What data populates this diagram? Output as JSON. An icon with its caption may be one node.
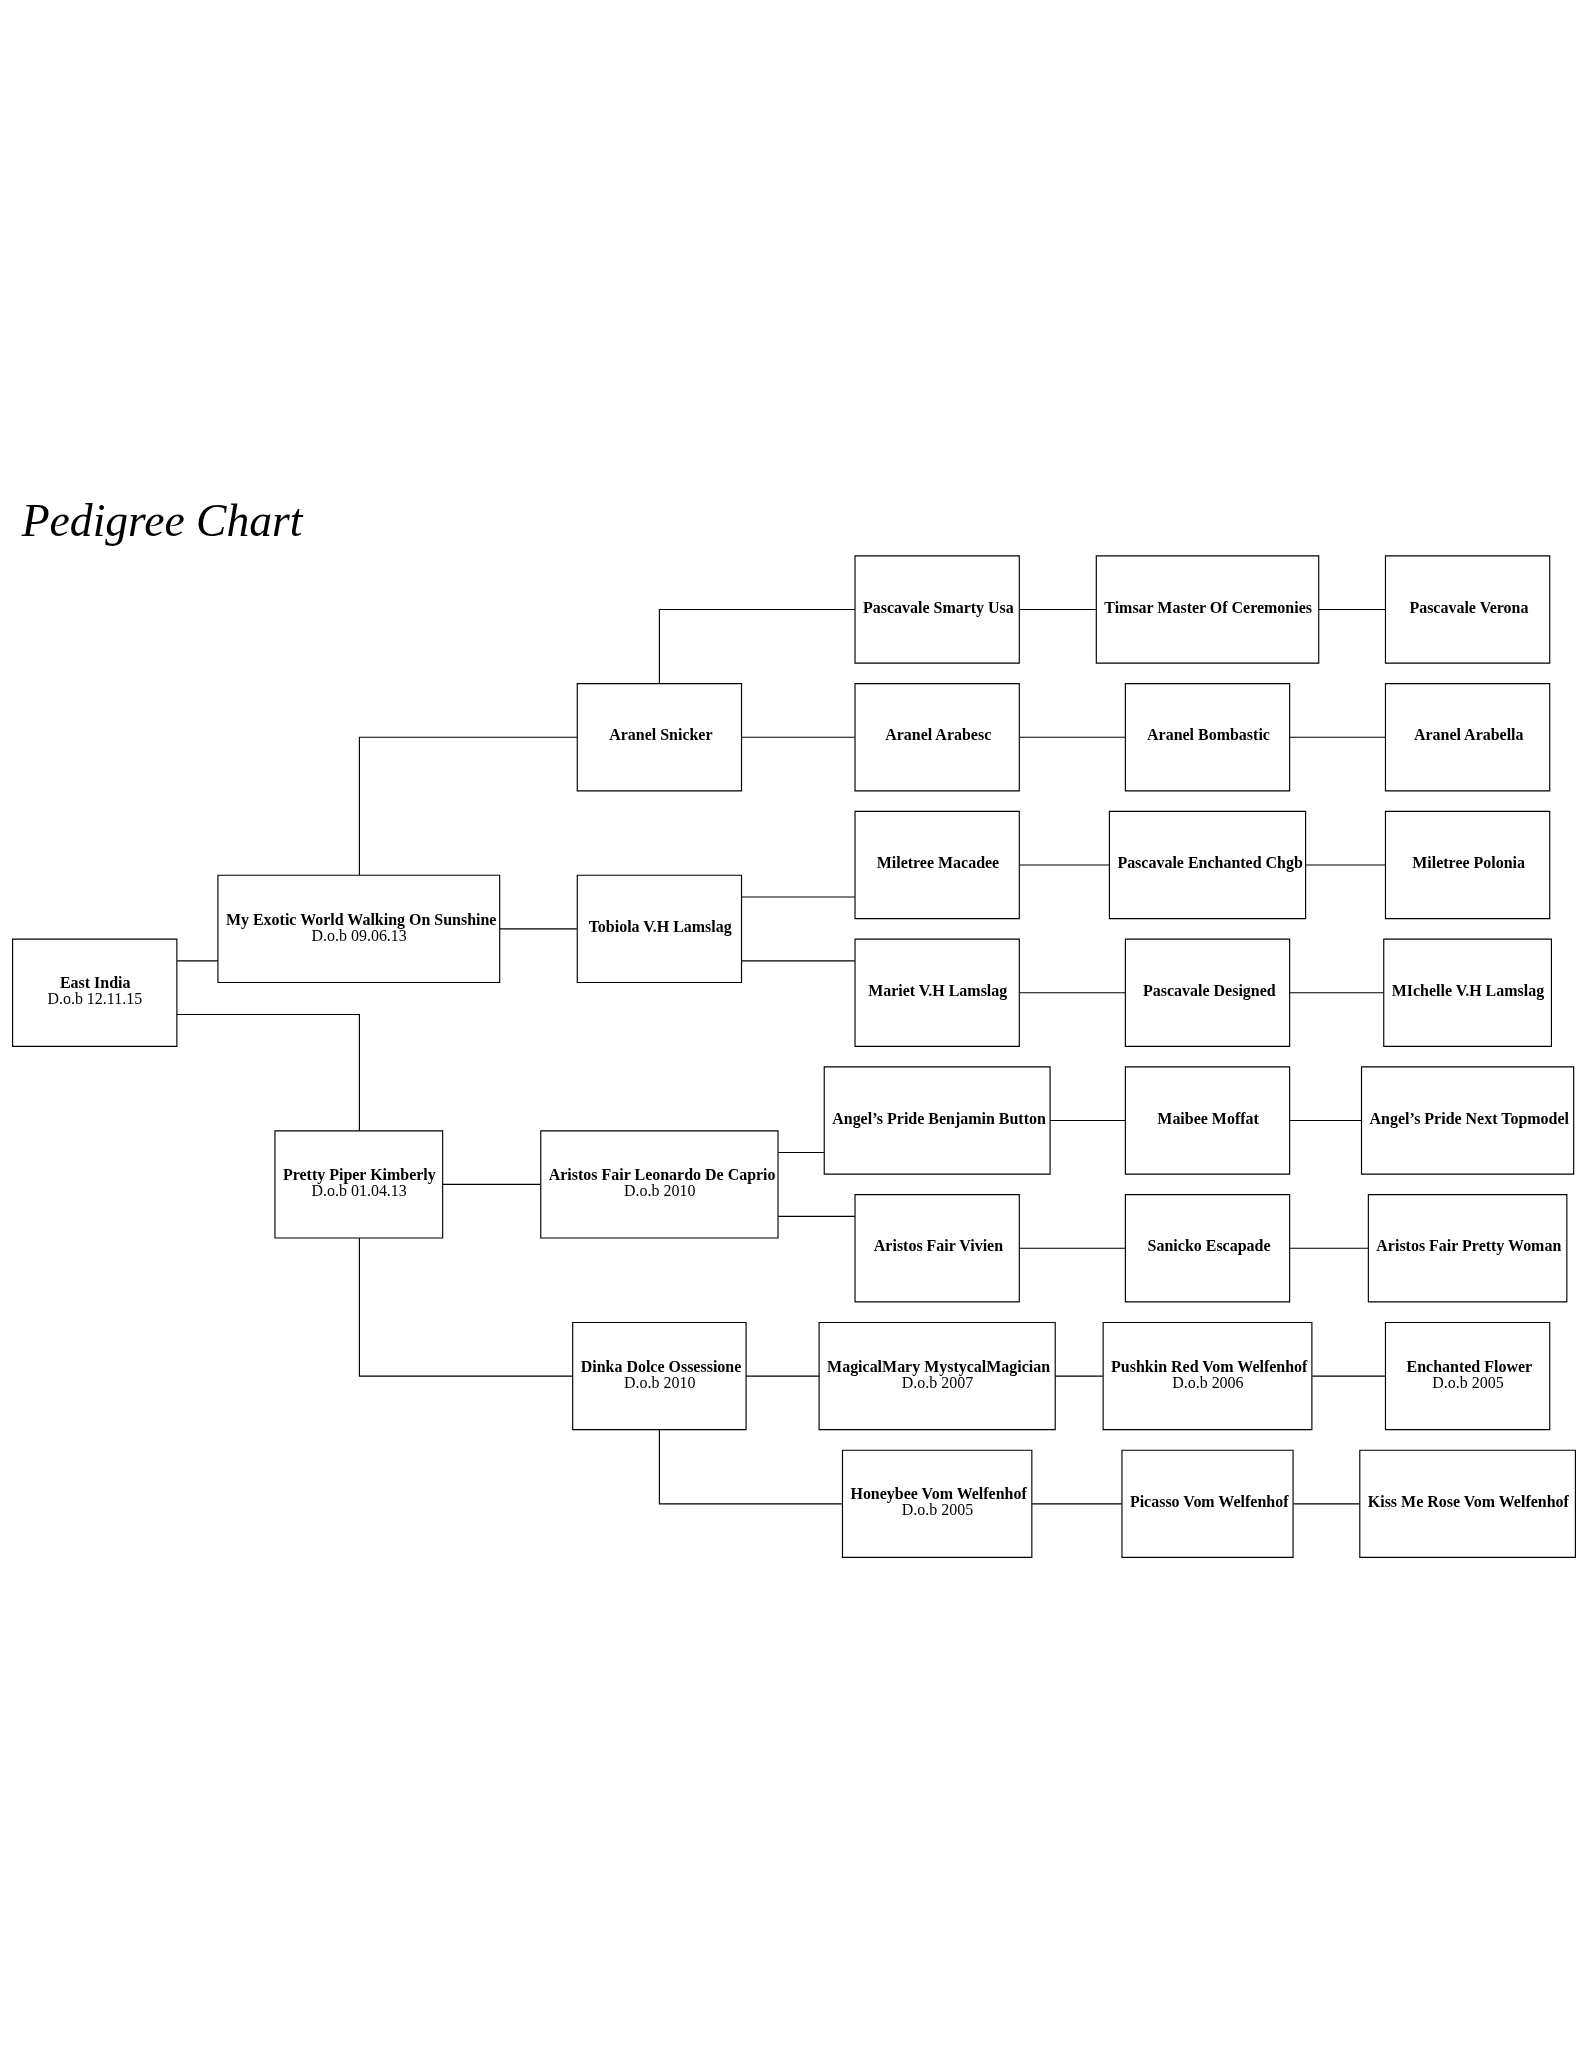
{
  "diagram": {
    "title": "Pedigree Chart",
    "nodes": [
      {
        "text": [
          "East India",
          "D.o.b 12.11.15"
        ]
      },
      {
        "text": [
          "My Exotic World Walking On Sunshine",
          "D.o.b 09.06.13"
        ]
      },
      {
        "text": [
          "Aranel Snicker"
        ]
      },
      {
        "text": [
          "Pascavale Smarty Usa"
        ]
      },
      {
        "text": [
          "Timsar Master Of Ceremonies"
        ]
      },
      {
        "text": [
          "Pascavale Verona"
        ]
      },
      {
        "text": [
          "Aranel Arabesc"
        ]
      },
      {
        "text": [
          "Aranel Bombastic"
        ]
      },
      {
        "text": [
          "Aranel Arabella"
        ]
      },
      {
        "text": [
          "Tobiola V.H Lamslag"
        ]
      },
      {
        "text": [
          "Miletree Macadee"
        ]
      },
      {
        "text": [
          "Pascavale Enchanted Chgb"
        ]
      },
      {
        "text": [
          "Miletree Polonia"
        ]
      },
      {
        "text": [
          "Mariet V.H Lamslag"
        ]
      },
      {
        "text": [
          "Pascavale Designed"
        ]
      },
      {
        "text": [
          "MIchelle V.H Lamslag"
        ]
      },
      {
        "text": [
          "Pretty Piper Kimberly",
          "D.o.b 01.04.13"
        ]
      },
      {
        "text": [
          "Aristos Fair Leonardo De Caprio",
          "D.o.b 2010"
        ]
      },
      {
        "text": [
          "Angel’s Pride Benjamin Button"
        ]
      },
      {
        "text": [
          "Maibee Moffat"
        ]
      },
      {
        "text": [
          "Angel’s Pride Next Topmodel"
        ]
      },
      {
        "text": [
          "Aristos Fair Vivien"
        ]
      },
      {
        "text": [
          "Sanicko Escapade"
        ]
      },
      {
        "text": [
          "Aristos Fair Pretty Woman"
        ]
      },
      {
        "text": [
          "Dinka Dolce Ossessione",
          "D.o.b 2010"
        ]
      },
      {
        "text": [
          "MagicalMary MystycalMagician",
          "D.o.b 2007"
        ]
      },
      {
        "text": [
          "Pushkin Red Vom Welfenhof",
          "D.o.b 2006"
        ]
      },
      {
        "text": [
          "Enchanted Flower",
          "D.o.b 2005"
        ]
      },
      {
        "text": [
          "Honeybee Vom Welfenhof",
          "D.o.b 2005"
        ]
      },
      {
        "text": [
          "Picasso Vom Welfenhof"
        ]
      },
      {
        "text": [
          "Kiss Me Rose Vom Welfenhof"
        ]
      }
    ],
    "edges": [
      {
        "from": 0,
        "to": 1,
        "arrow": "none"
      },
      {
        "from": 0,
        "to": 16,
        "arrow": "none"
      },
      {
        "from": 1,
        "to": 2,
        "arrow": "none"
      },
      {
        "from": 1,
        "to": 9,
        "arrow": "none"
      },
      {
        "from": 2,
        "to": 3,
        "arrow": "none"
      },
      {
        "from": 2,
        "to": 6,
        "arrow": "none"
      },
      {
        "from": 3,
        "to": 4,
        "arrow": "none"
      },
      {
        "from": 4,
        "to": 5,
        "arrow": "none"
      },
      {
        "from": 6,
        "to": 7,
        "arrow": "none"
      },
      {
        "from": 7,
        "to": 8,
        "arrow": "none"
      },
      {
        "from": 9,
        "to": 10,
        "arrow": "none"
      },
      {
        "from": 9,
        "to": 13,
        "arrow": "none"
      },
      {
        "from": 10,
        "to": 11,
        "arrow": "none"
      },
      {
        "from": 11,
        "to": 12,
        "arrow": "none"
      },
      {
        "from": 13,
        "to": 14,
        "arrow": "none"
      },
      {
        "from": 14,
        "to": 15,
        "arrow": "none"
      },
      {
        "from": 16,
        "to": 17,
        "arrow": "none"
      },
      {
        "from": 16,
        "to": 24,
        "arrow": "none"
      },
      {
        "from": 17,
        "to": 18,
        "arrow": "none"
      },
      {
        "from": 17,
        "to": 21,
        "arrow": "none"
      },
      {
        "from": 18,
        "to": 19,
        "arrow": "none"
      },
      {
        "from": 19,
        "to": 20,
        "arrow": "none"
      },
      {
        "from": 21,
        "to": 22,
        "arrow": "none"
      },
      {
        "from": 22,
        "to": 23,
        "arrow": "none"
      },
      {
        "from": 24,
        "to": 25,
        "arrow": "none"
      },
      {
        "from": 24,
        "to": 28,
        "arrow": "none"
      },
      {
        "from": 25,
        "to": 26,
        "arrow": "none"
      },
      {
        "from": 26,
        "to": 27,
        "arrow": "none"
      },
      {
        "from": 28,
        "to": 29,
        "arrow": "none"
      },
      {
        "from": 29,
        "to": 30,
        "arrow": "none"
      }
    ]
  }
}
